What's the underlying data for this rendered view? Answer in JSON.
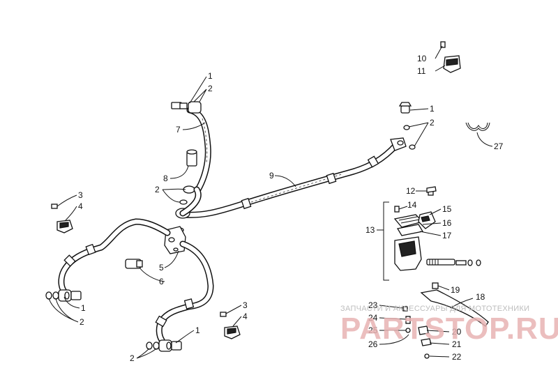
{
  "callouts": [
    "1",
    "2",
    "7",
    "8",
    "2",
    "9",
    "1",
    "2",
    "27",
    "10",
    "11",
    "3",
    "4",
    "5",
    "6",
    "12",
    "13",
    "14",
    "15",
    "16",
    "17",
    "1",
    "2",
    "3",
    "4",
    "1",
    "2",
    "19",
    "18",
    "23",
    "24",
    "25",
    "26",
    "20",
    "21",
    "22"
  ],
  "watermark": {
    "caption": "ЗАПЧАСТИ И АКСЕССУАРЫ ДЛЯ МОТОТЕХНИКИ",
    "logo": "PARTSTOP.RU"
  }
}
